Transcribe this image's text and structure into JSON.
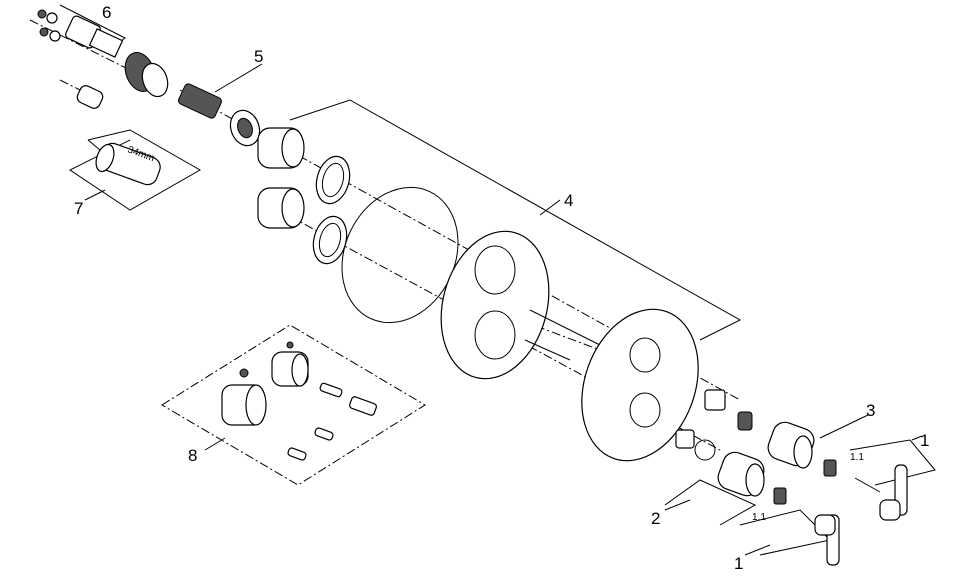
{
  "diagram": {
    "type": "exploded-parts-view",
    "callouts": [
      {
        "id": "6",
        "label": "6"
      },
      {
        "id": "5",
        "label": "5"
      },
      {
        "id": "7",
        "label": "7"
      },
      {
        "id": "4",
        "label": "4"
      },
      {
        "id": "3",
        "label": "3"
      },
      {
        "id": "1a",
        "label": "1"
      },
      {
        "id": "1.1a",
        "label": "1.1"
      },
      {
        "id": "2",
        "label": "2"
      },
      {
        "id": "1.1b",
        "label": "1.1"
      },
      {
        "id": "1b",
        "label": "1"
      },
      {
        "id": "8",
        "label": "8"
      }
    ],
    "dimension_note": "34mm"
  }
}
